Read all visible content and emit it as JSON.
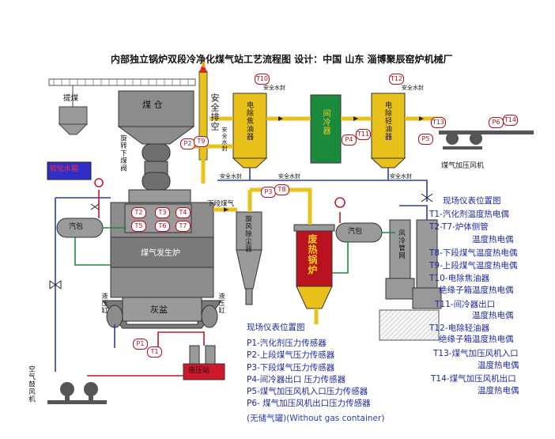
{
  "title": "内部独立锅炉双段冷净化煤气站工艺流程图 设计：中国 山东 淄博聚辰窑炉机械厂",
  "equipment": {
    "coal_lift": "提煤",
    "coal_bin": "煤 仓",
    "safety_vent": "安全排空",
    "rotary_valve": "旋转下煤阀",
    "gasifier": "煤气发生炉",
    "ash_pan": "灰盆",
    "soft_water": "软化水箱",
    "steam_drum_1": "汽包",
    "steam_drum_2": "汽包",
    "lower_gas": "下段煤气",
    "cyclone": "旋风除尘器",
    "waste_heat_boiler": "废热锅炉",
    "air_tube": "风冷管网",
    "esp_tar": "电除焦油器",
    "esp_light_oil": "电除轻油器",
    "inter_cooler": "间冷器",
    "booster": "煤气加压风机",
    "liquid_tank_left": "液压缸",
    "liquid_tank_right": "液压缸",
    "hydraulic_station": "液压站",
    "blower": "空气鼓风机",
    "seal_1": "安全水封",
    "seal_2": "安全水封",
    "seal_3": "安全水封",
    "seal_4": "安全水封",
    "seal_5": "安全水封",
    "seal_6": "安全水封"
  },
  "tags": [
    "T1",
    "T2",
    "T3",
    "T4",
    "T5",
    "T6",
    "T7",
    "T8",
    "T9",
    "T10",
    "T11",
    "T12",
    "T13",
    "T14",
    "P1",
    "P2",
    "P3",
    "P4",
    "P5",
    "P6"
  ],
  "legend_pressure": {
    "title": "现场仪表位置图",
    "items": [
      "P1-汽化剂压力传感器",
      "P2-上段煤气压力传感器",
      "P3-下段煤气压力传感器",
      "P4-间冷器出口 压力传感器",
      "P5-煤气加压风机入口压力传感器",
      "P6- 煤气加压风机出口压力传感器"
    ]
  },
  "legend_temp": {
    "title": "现场仪表位置图",
    "items": [
      "T1-汽化剂温度热电偶",
      "T2-T7-炉体侧管",
      "温度热电偶",
      "T8-下段煤气温度热电偶",
      "T9-上段煤气温度热电偶",
      "T10-电除焦油器",
      "绝缘子箱温度热电偶",
      "T11-间冷器出口",
      "温度热电偶",
      "T12-电除轻油器",
      "绝缘子箱温度热电偶",
      "T13-煤气加压风机入口",
      "温度热电偶",
      "T14-煤气加压风机出口",
      "温度热电偶"
    ]
  },
  "footer": "(无储气罐)(Without gas container)",
  "colors": {
    "pipe_yellow": "#e8c21a",
    "pipe_blue": "#2a3ea8",
    "pipe_green": "#1e8a3a",
    "pipe_red": "#c0182a",
    "equip_grey": "#8c8c8c",
    "legend_text": "#1d2a9c"
  }
}
